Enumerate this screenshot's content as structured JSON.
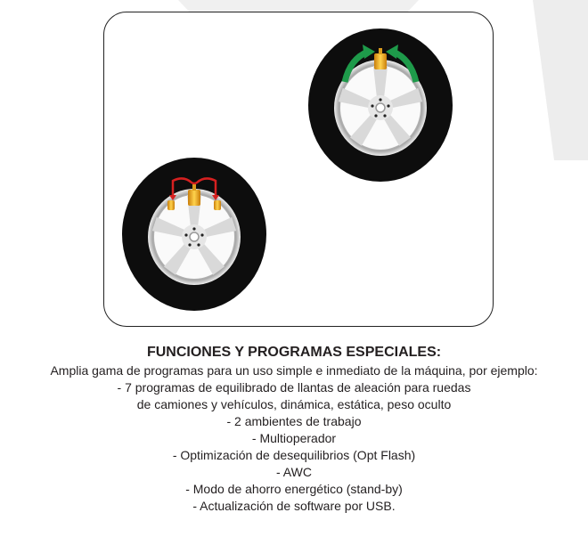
{
  "heading": "FUNCIONES Y PROGRAMAS ESPECIALES:",
  "intro": "Amplia gama de programas para un uso simple e inmediato de la máquina, por ejemplo:",
  "items": [
    "- 7 programas de equilibrado de llantas de aleación para ruedas",
    "de camiones y vehículos, dinámica, estática, peso oculto",
    "- 2 ambientes de trabajo",
    "- Multioperador",
    "- Optimización de desequilibrios (Opt Flash)",
    "- AWC",
    "- Modo de ahorro energético (stand-by)",
    "- Actualización de software por USB."
  ],
  "colors": {
    "tire": "#0d0d0d",
    "rim": "#c9c9c9",
    "weight": "#e8a317",
    "arrow_green": "#1e9a4a",
    "arrow_red": "#d62020",
    "watermark": "#efefef"
  }
}
